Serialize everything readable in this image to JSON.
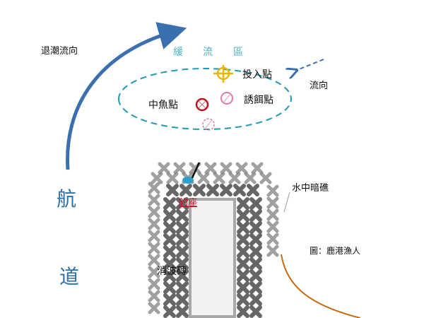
{
  "labels": {
    "ebb_direction": "退潮流向",
    "buffer_zone": [
      "緩",
      "流",
      "區"
    ],
    "drop_point": "投入點",
    "fish_point": "中魚點",
    "bait_point": "誘餌點",
    "flow_direction": "流向",
    "channel": [
      "航",
      "道"
    ],
    "reef": "水中暗礁",
    "fishing_seat": "釣座",
    "tetrapods": "消波磚",
    "credit": "圖：鹿港漁人"
  },
  "colors": {
    "arrow": "#3a6fb0",
    "ellipse": "#1f9ab0",
    "buffer_text": "#4fb3c4",
    "drop_marker": "#e8b800",
    "fish_marker": "#c0141c",
    "bait_marker": "#e07aa8",
    "tetrapod": "#666666",
    "shore": "#c86a10",
    "seat": "#c0141c"
  }
}
